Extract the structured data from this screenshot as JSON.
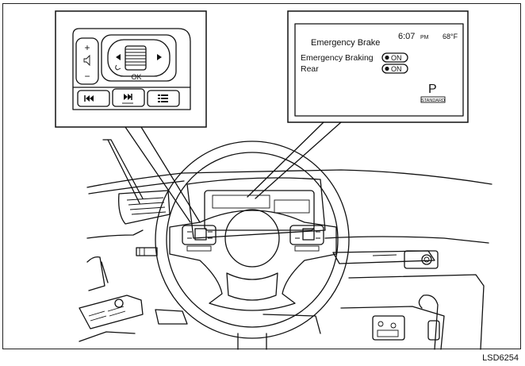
{
  "figure_code": "LSD6254",
  "switch_panel": {
    "plus_label": "+",
    "minus_label": "−",
    "ok_label": "OK"
  },
  "display": {
    "title": "Emergency Brake",
    "time": "6:07",
    "time_suffix": "PM",
    "temperature": "68°F",
    "rows": [
      {
        "label": "Emergency Braking",
        "state": "ON"
      },
      {
        "label": "Rear",
        "state": "ON"
      }
    ],
    "gear": "P",
    "drive_mode": "STANDARD"
  }
}
